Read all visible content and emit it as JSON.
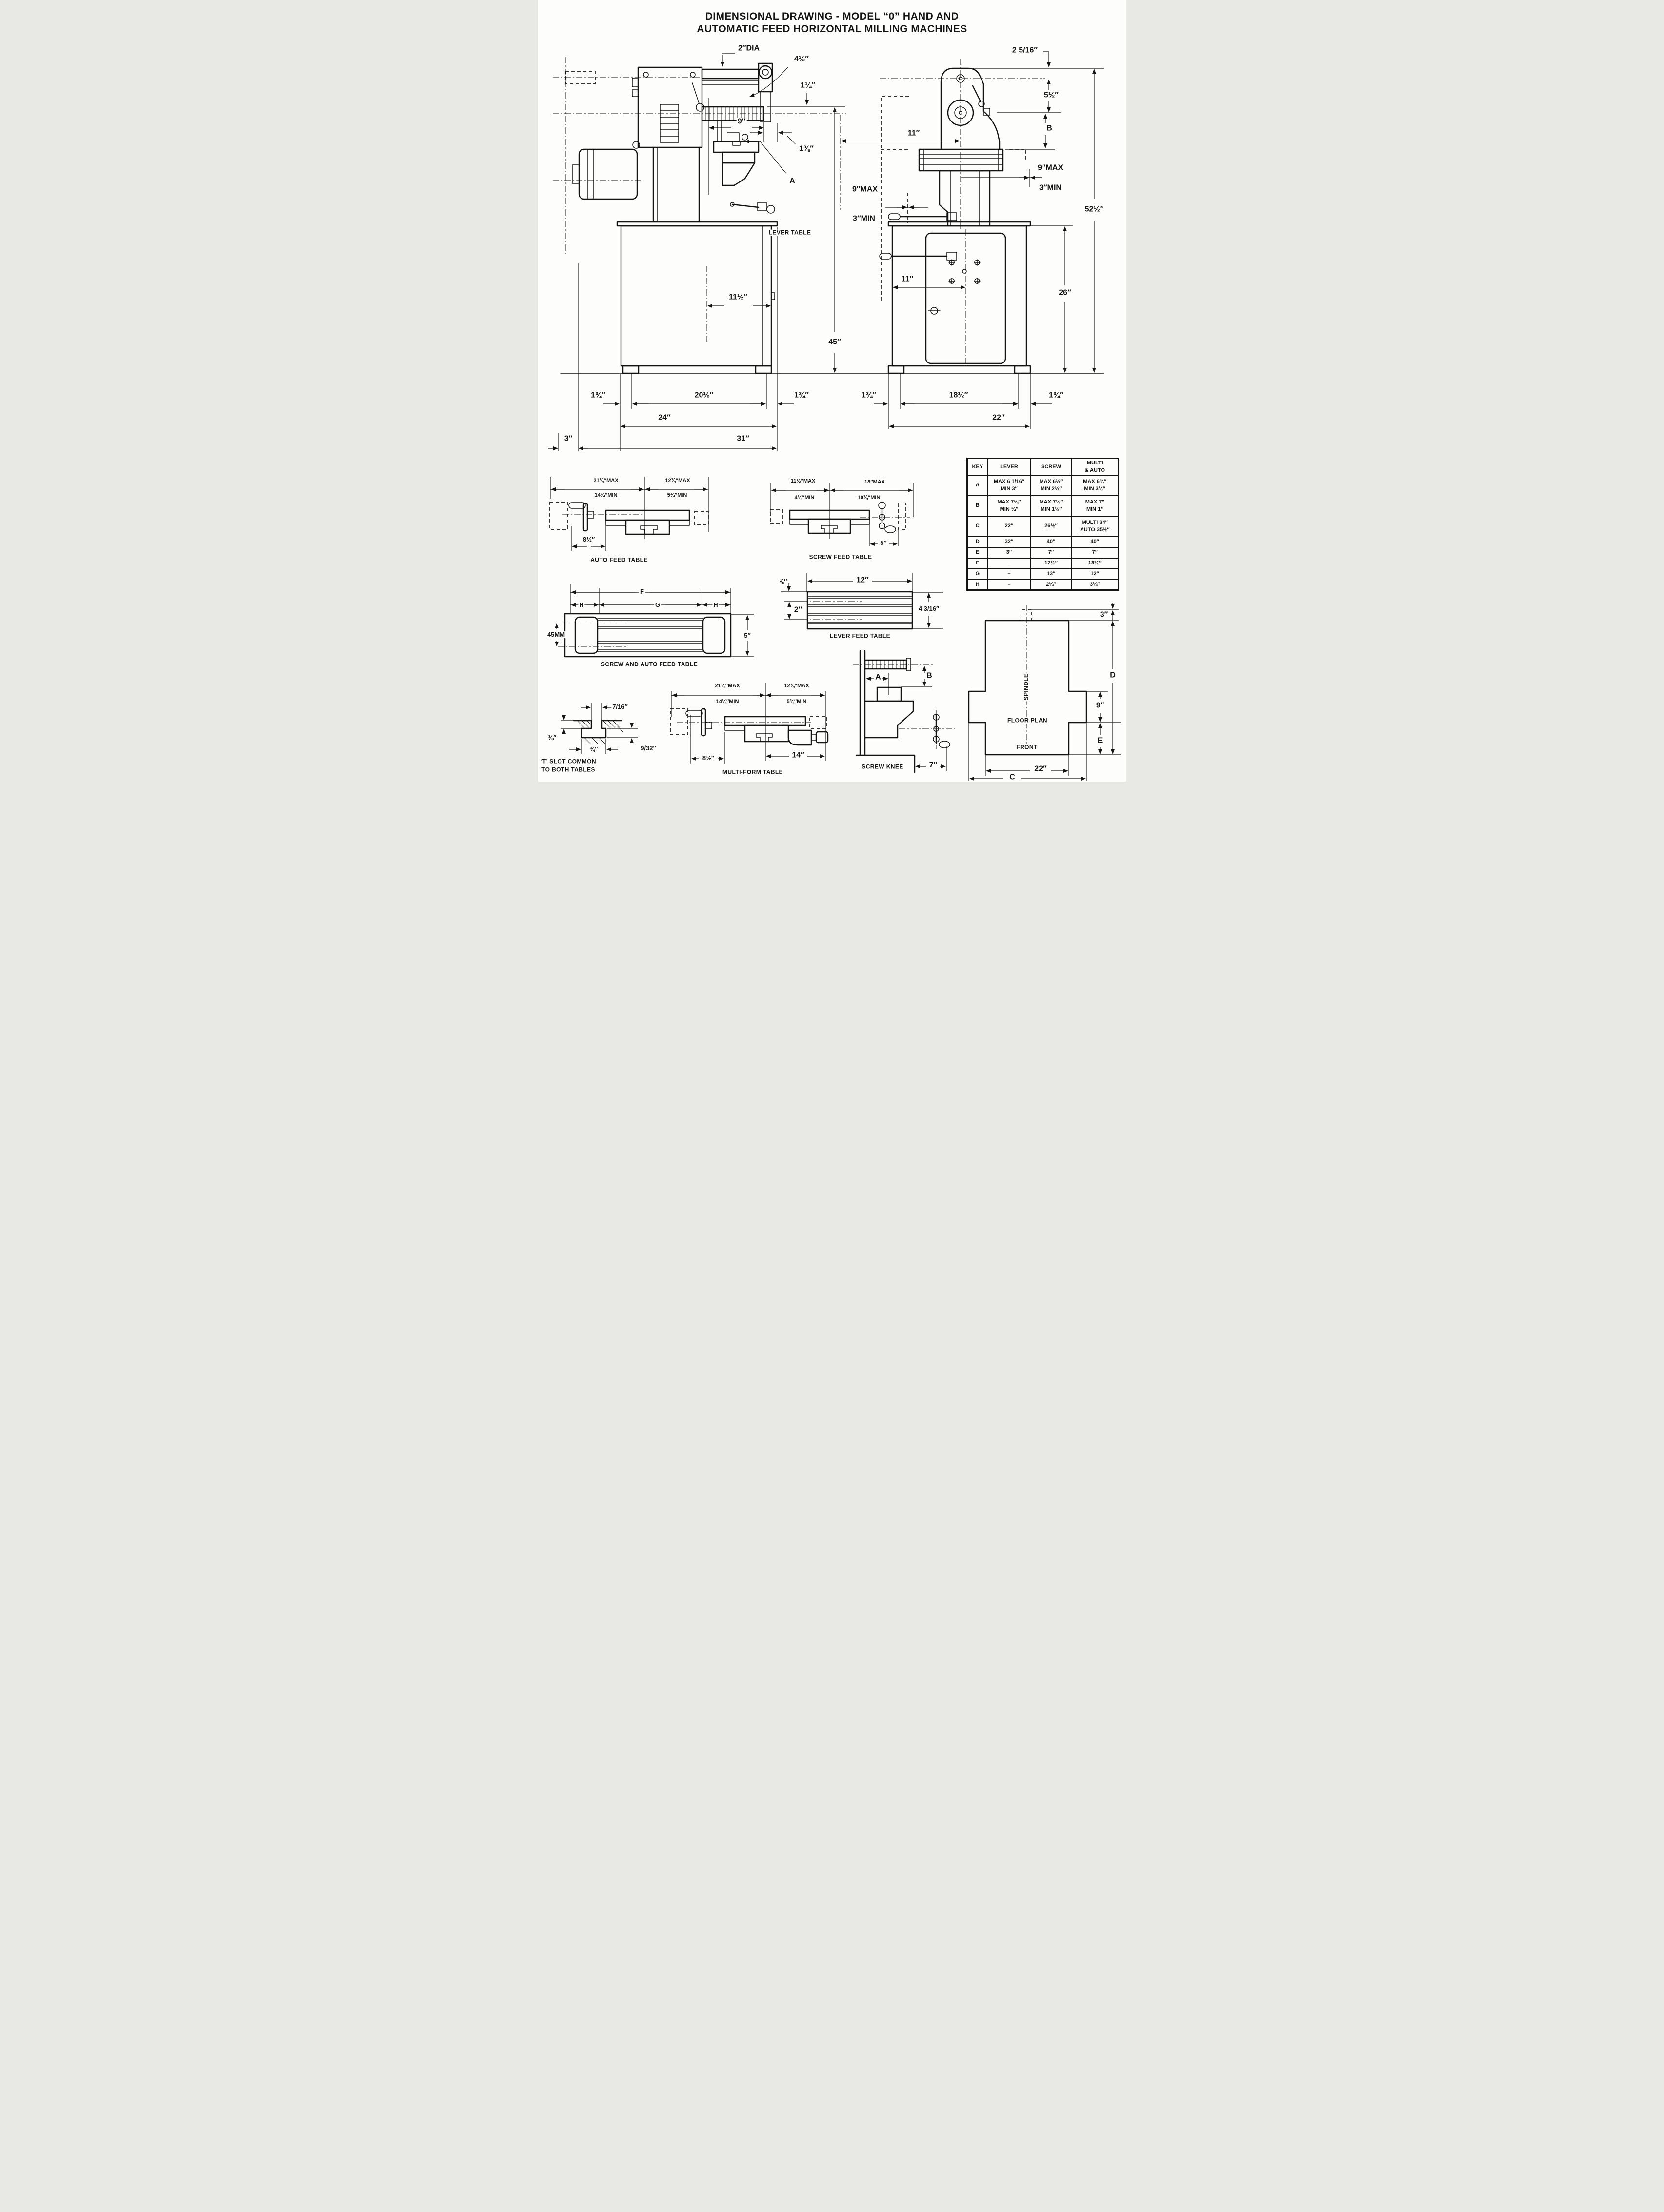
{
  "title": {
    "line1": "DIMENSIONAL DRAWING - MODEL “0” HAND AND",
    "line2": "AUTOMATIC FEED HORIZONTAL MILLING MACHINES"
  },
  "left_view": {
    "dia2": "2″DIA",
    "d4_12": "4½″",
    "d1_14": "1¼″",
    "d9": "9″",
    "d1_38": "1⅜″",
    "a": "A",
    "lever_table": "LEVER TABLE",
    "d11_12": "11½″",
    "d45": "45″",
    "d1_34_l": "1¾″",
    "d20_12": "20½″",
    "d1_34_r": "1¾″",
    "d24": "24″",
    "d3": "3″",
    "d31": "31″"
  },
  "right_view": {
    "d2_516": "2 5/16″",
    "d5_12": "5½″",
    "b": "B",
    "d11_top": "11″",
    "d9max_l": "9″MAX",
    "d3min_l": "3″MIN",
    "d9max_r": "9″MAX",
    "d3min_r": "3″MIN",
    "d52_12": "52½″",
    "d11_mid": "11″",
    "d26": "26″",
    "d1_34_l": "1¾″",
    "d18_12": "18½″",
    "d1_34_r": "1¾″",
    "d22": "22″"
  },
  "spec_table": {
    "headers": [
      "KEY",
      "LEVER",
      "SCREW",
      "MULTI\n& AUTO"
    ],
    "rows": [
      {
        "key": "A",
        "lever": "MAX 6 1/16″\nMIN 3″",
        "screw": "MAX 6½″\nMIN 2½″",
        "multi": "MAX 6⅜″\nMIN 3¼″"
      },
      {
        "key": "B",
        "lever": "MAX 7¼″\nMIN ¼″",
        "screw": "MAX 7½″\nMIN 1½″",
        "multi": "MAX 7″\nMIN 1″"
      },
      {
        "key": "C",
        "lever": "22″",
        "screw": "26½″",
        "multi": "MULTI 34″\nAUTO 35½″"
      },
      {
        "key": "D",
        "lever": "32″",
        "screw": "40″",
        "multi": "40″"
      },
      {
        "key": "E",
        "lever": "3″",
        "screw": "7″",
        "multi": "7″"
      },
      {
        "key": "F",
        "lever": "–",
        "screw": "17½″",
        "multi": "18½″"
      },
      {
        "key": "G",
        "lever": "–",
        "screw": "13″",
        "multi": "12″"
      },
      {
        "key": "H",
        "lever": "–",
        "screw": "2¼″",
        "multi": "3¼″"
      }
    ]
  },
  "details": {
    "auto_feed": {
      "max1": "21¼″MAX",
      "min1": "14¼″MIN",
      "max2": "12¾″MAX",
      "min2": "5¾″MIN",
      "d8_12": "8½″",
      "caption": "AUTO FEED TABLE"
    },
    "screw_feed": {
      "max1": "11½″MAX",
      "min1": "4¼″MIN",
      "max2": "18″MAX",
      "min2": "10¾″MIN",
      "d5": "5″",
      "caption": "SCREW FEED TABLE"
    },
    "screw_auto": {
      "f": "F",
      "g": "G",
      "h1": "H",
      "h2": "H",
      "d45mm": "45MM",
      "d5": "5″",
      "caption": "SCREW AND AUTO FEED TABLE"
    },
    "lever_feed": {
      "d7_8": "⅞″",
      "d12": "12″",
      "d2": "2″",
      "d4_316": "4 3/16″",
      "caption": "LEVER FEED TABLE"
    },
    "t_slot": {
      "d7_16": "7/16″",
      "d3_8": "⅜″",
      "d3_4": "¾″",
      "d9_32": "9/32″",
      "caption1": "‘T’ SLOT COMMON",
      "caption2": "TO BOTH TABLES"
    },
    "multi_form": {
      "max1": "21¼″MAX",
      "min1": "14¼″MIN",
      "max2": "12¾″MAX",
      "min2": "5¾″MIN",
      "d8_12": "8½″",
      "d14": "14″",
      "caption": "MULTI-FORM TABLE"
    },
    "screw_knee": {
      "a": "A",
      "b": "B",
      "d7": "7″",
      "caption": "SCREW KNEE"
    },
    "floor_plan": {
      "d3": "3″",
      "d": "D",
      "d9": "9″",
      "e": "E",
      "d22": "22″",
      "c": "C",
      "spindle": "SPINDLE",
      "name": "FLOOR PLAN",
      "front": "FRONT"
    }
  }
}
